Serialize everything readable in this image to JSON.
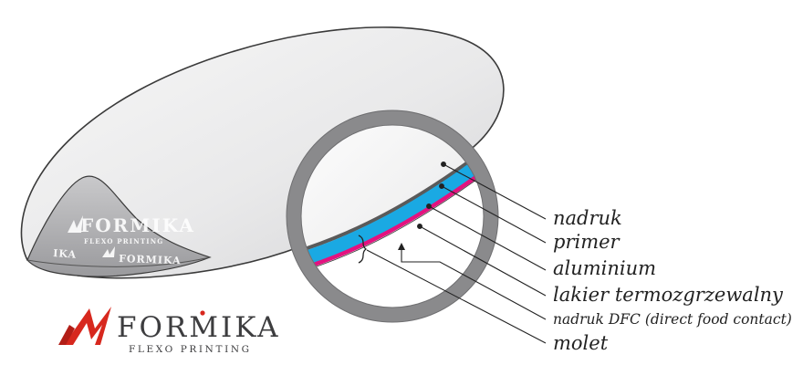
{
  "diagram": {
    "labels": {
      "nadruk": "nadruk",
      "primer": "primer",
      "aluminium": "aluminium",
      "lakier": "lakier termozgrzewalny",
      "dfc": "nadruk DFC (direct food contact)",
      "molet": "molet"
    },
    "brand": {
      "name_part1": "FORM",
      "name_part2": "KA",
      "name_i": "I",
      "tagline": "FLEXO PRINTING"
    },
    "colors": {
      "aluminium_layer": "#1aa9e3",
      "lacquer_layer": "#e3127f",
      "print_layer": "#5a5a5a",
      "ring": "#8a8a8c",
      "logo_red": "#d7281e",
      "logo_text": "#3d3d3f"
    }
  }
}
